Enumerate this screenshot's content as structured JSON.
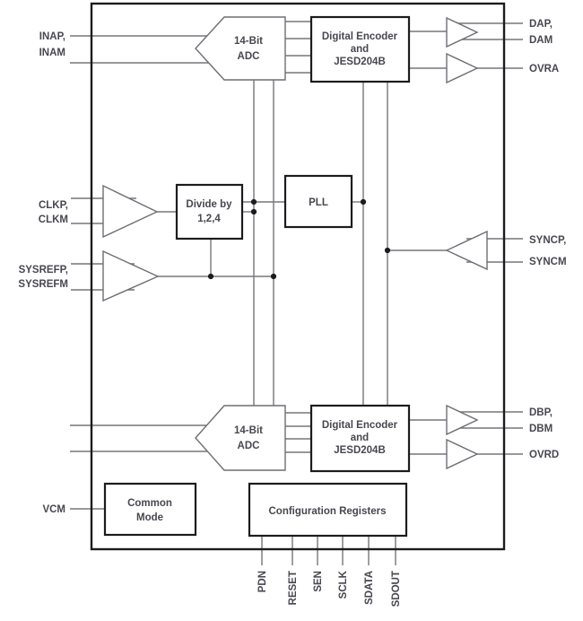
{
  "diagram_type": "adc-functional-block-diagram",
  "colors": {
    "background": "#ffffff",
    "wire_gray": "#76767c",
    "block_border_black": "#1c1c1e",
    "text_gray": "#47474f"
  },
  "blocks": {
    "adc_a": {
      "line1": "14-Bit",
      "line2": "ADC"
    },
    "adc_b": {
      "line1": "14-Bit",
      "line2": "ADC"
    },
    "encoder_a": {
      "line1": "Digital Encoder",
      "line2": "and",
      "line3": "JESD204B"
    },
    "encoder_b": {
      "line1": "Digital Encoder",
      "line2": "and",
      "line3": "JESD204B"
    },
    "divider": {
      "line1": "Divide by",
      "line2": "1,2,4"
    },
    "pll": {
      "label": "PLL"
    },
    "common_mode": {
      "line1": "Common",
      "line2": "Mode"
    },
    "config_registers": {
      "label": "Configuration Registers"
    }
  },
  "pins": {
    "left": {
      "inap": "INAP,",
      "inam": "INAM",
      "clkp": "CLKP,",
      "clkm": "CLKM",
      "sysrefp": "SYSREFP,",
      "sysrefm": "SYSREFM",
      "vcm": "VCM"
    },
    "right": {
      "dap": "DAP,",
      "dam": "DAM",
      "ovra": "OVRA",
      "syncp": "SYNCP,",
      "syncm": "SYNCM",
      "dbp": "DBP,",
      "dbm": "DBM",
      "ovrd": "OVRD"
    },
    "bottom": {
      "pdn": "PDN",
      "reset": "RESET",
      "sen": "SEN",
      "sclk": "SCLK",
      "sdata": "SDATA",
      "sdout": "SDOUT"
    }
  }
}
